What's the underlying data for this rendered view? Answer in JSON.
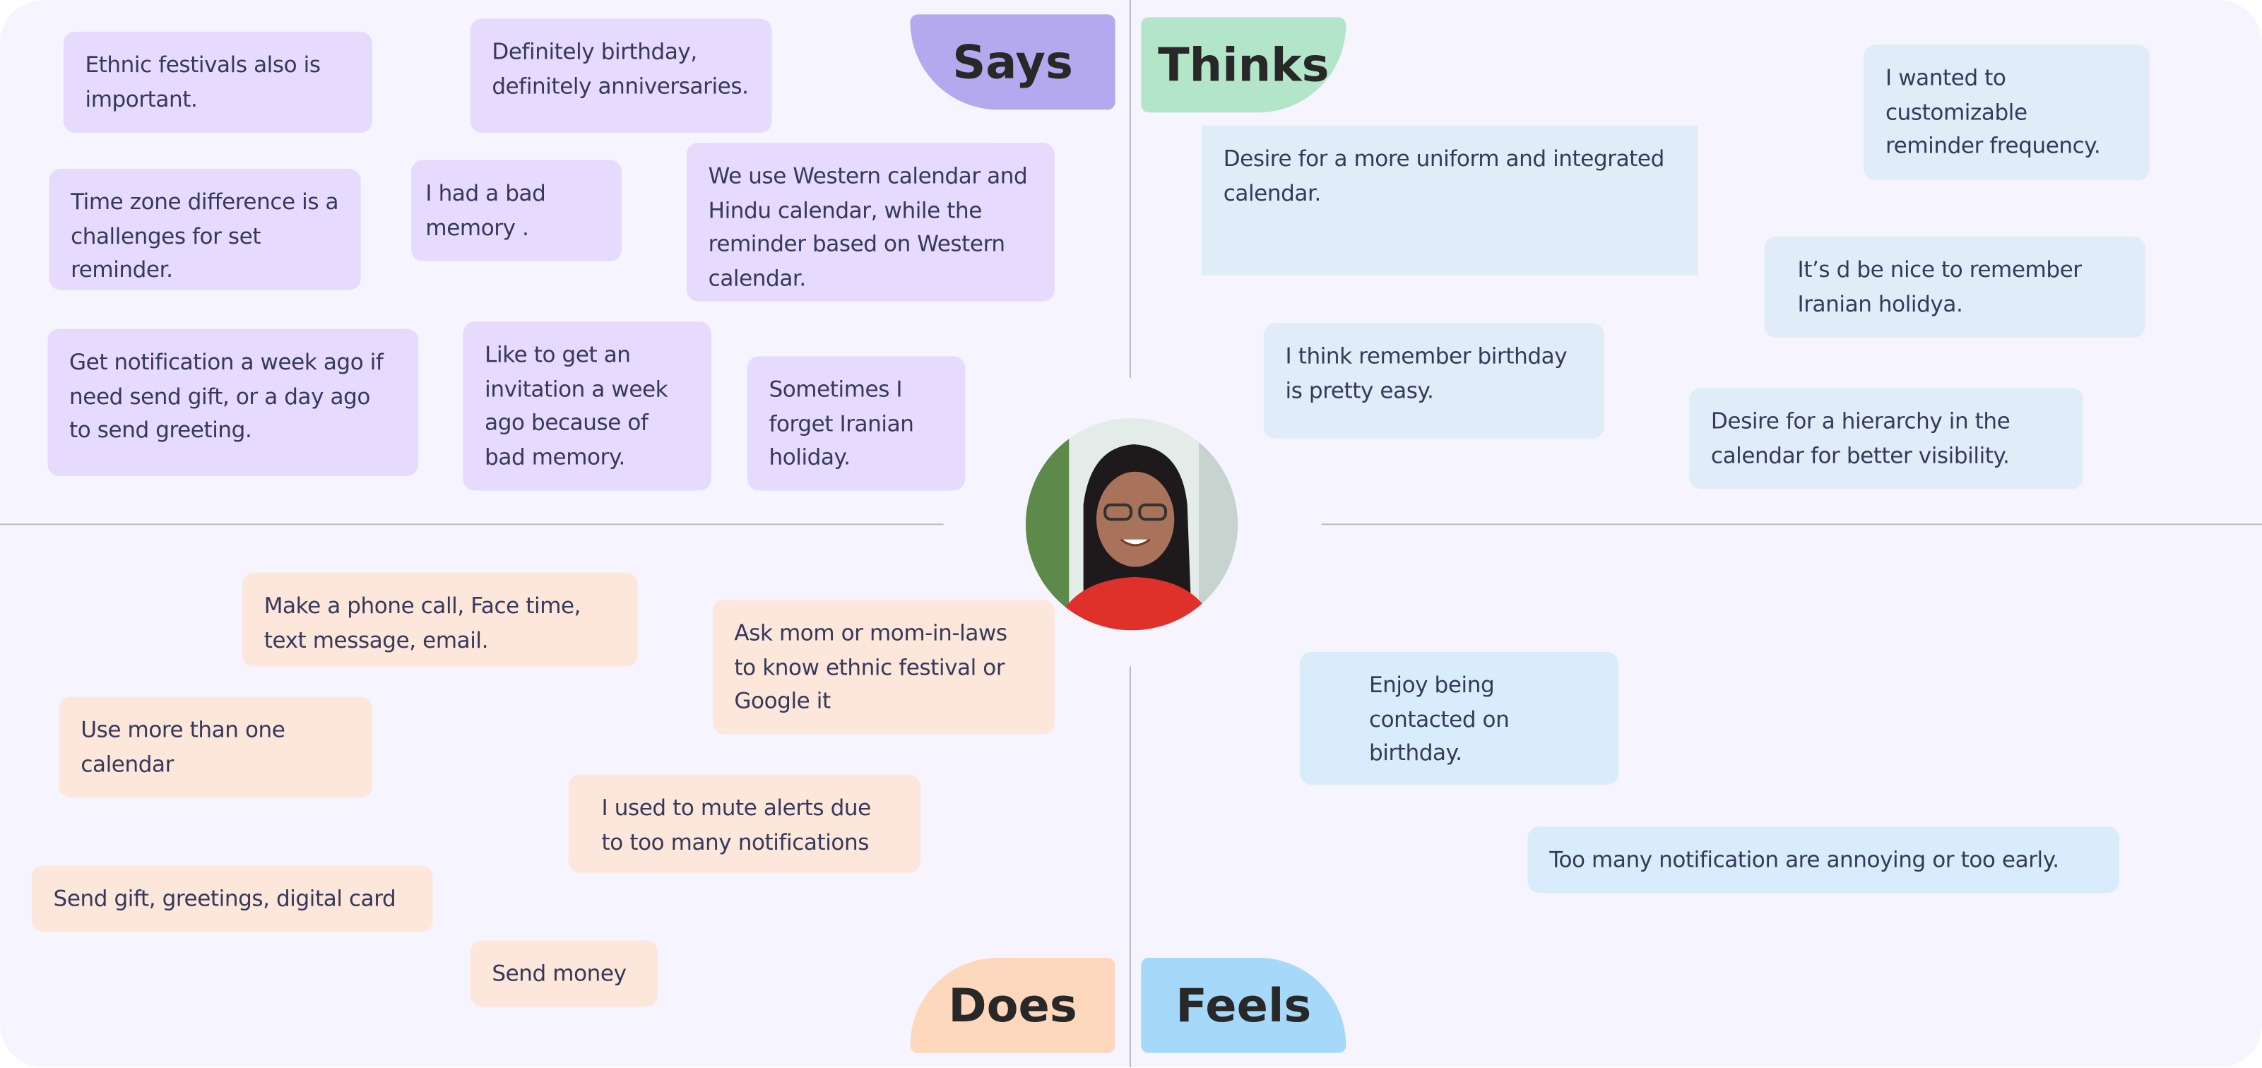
{
  "labels": {
    "says": "Says",
    "thinks": "Thinks",
    "does": "Does",
    "feels": "Feels"
  },
  "colors": {
    "says": "#b4a8ef",
    "thinks": "#b3e5c8",
    "does": "#fdd8bd",
    "feels": "#a5d8f9"
  },
  "says": [
    "Ethnic festivals also is important.",
    "Definitely birthday, definitely anniversaries.",
    "Time zone difference is a challenges for set reminder.",
    "I had a bad memory .",
    "We use Western calendar and Hindu calendar, while the reminder based on Western calendar.",
    "Get notification a week ago if need send gift, or a day ago to send greeting.",
    "Like to get an invitation a week ago because of bad memory.",
    "Sometimes I forget Iranian holiday."
  ],
  "thinks": [
    "Desire for a more uniform and integrated calendar.",
    "I wanted to customizable reminder frequency.",
    "It’s d be nice to remember Iranian holidya.",
    "I think remember birthday is pretty easy.",
    "Desire for a hierarchy in the calendar for better visibility."
  ],
  "does": [
    "Make a phone call, Face time, text message, email.",
    "Ask mom or mom-in-laws to know ethnic festival or Google it",
    "Use more than one calendar",
    "I used to mute alerts due to too many notifications",
    "Send gift, greetings, digital card",
    "Send money"
  ],
  "feels": [
    "Enjoy being contacted on birthday.",
    "Too many notification are annoying or too early."
  ]
}
